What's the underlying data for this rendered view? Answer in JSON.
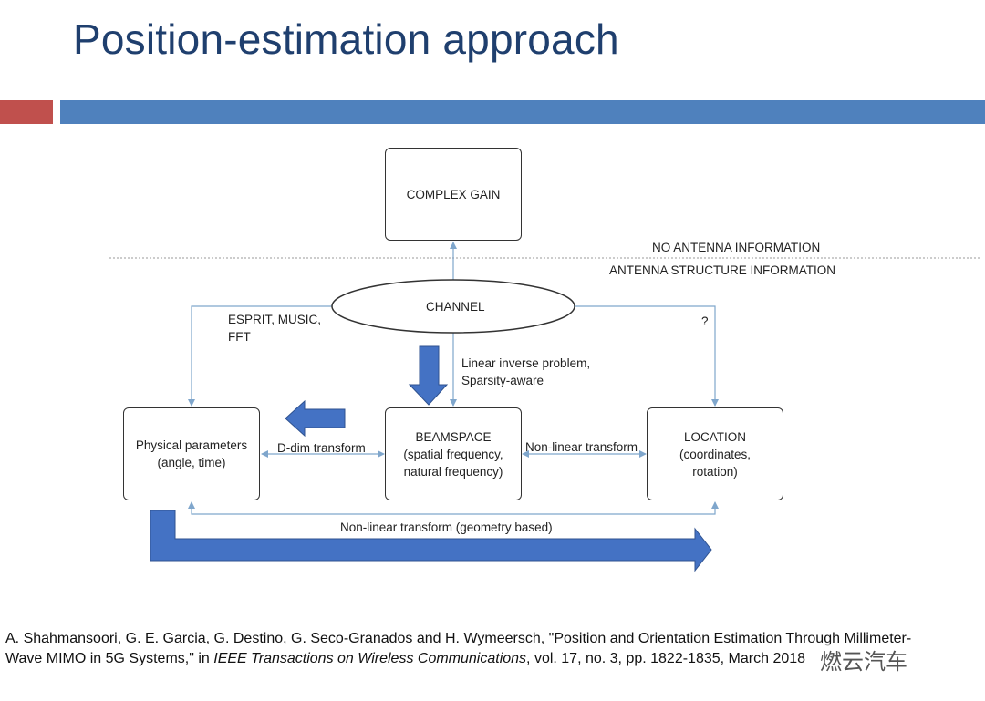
{
  "title": "Position-estimation approach",
  "diagram": {
    "complex_gain": "COMPLEX GAIN",
    "no_antenna_info": "NO ANTENNA INFORMATION",
    "antenna_structure_info": "ANTENNA STRUCTURE INFORMATION",
    "channel": "CHANNEL",
    "esprit_label": "ESPRIT, MUSIC,\nFFT",
    "question": "?",
    "linear_inverse": "Linear inverse problem,\nSparsity-aware",
    "physical_params": "Physical parameters\n(angle, time)",
    "beamspace": "BEAMSPACE\n(spatial frequency,\nnatural frequency)",
    "location": "LOCATION\n(coordinates,\nrotation)",
    "d_dim": "D-dim transform",
    "nonlinear": "Non-linear transform",
    "nonlinear_geometry": "Non-linear transform (geometry based)",
    "colors": {
      "arrow_fill": "#4472c4",
      "thin_line": "#7fa6cc"
    }
  },
  "citation": {
    "part1": "A. Shahmansoori, G. E. Garcia, G. Destino, G. Seco-Granados and H. Wymeersch, \"Position and Orientation Estimation Through Millimeter-Wave MIMO in 5G Systems,\" in ",
    "journal": "IEEE Transactions on Wireless Communications",
    "part2": ", vol. 17, no. 3, pp. 1822-1835, March 2018"
  },
  "watermark": "燃云汽车"
}
